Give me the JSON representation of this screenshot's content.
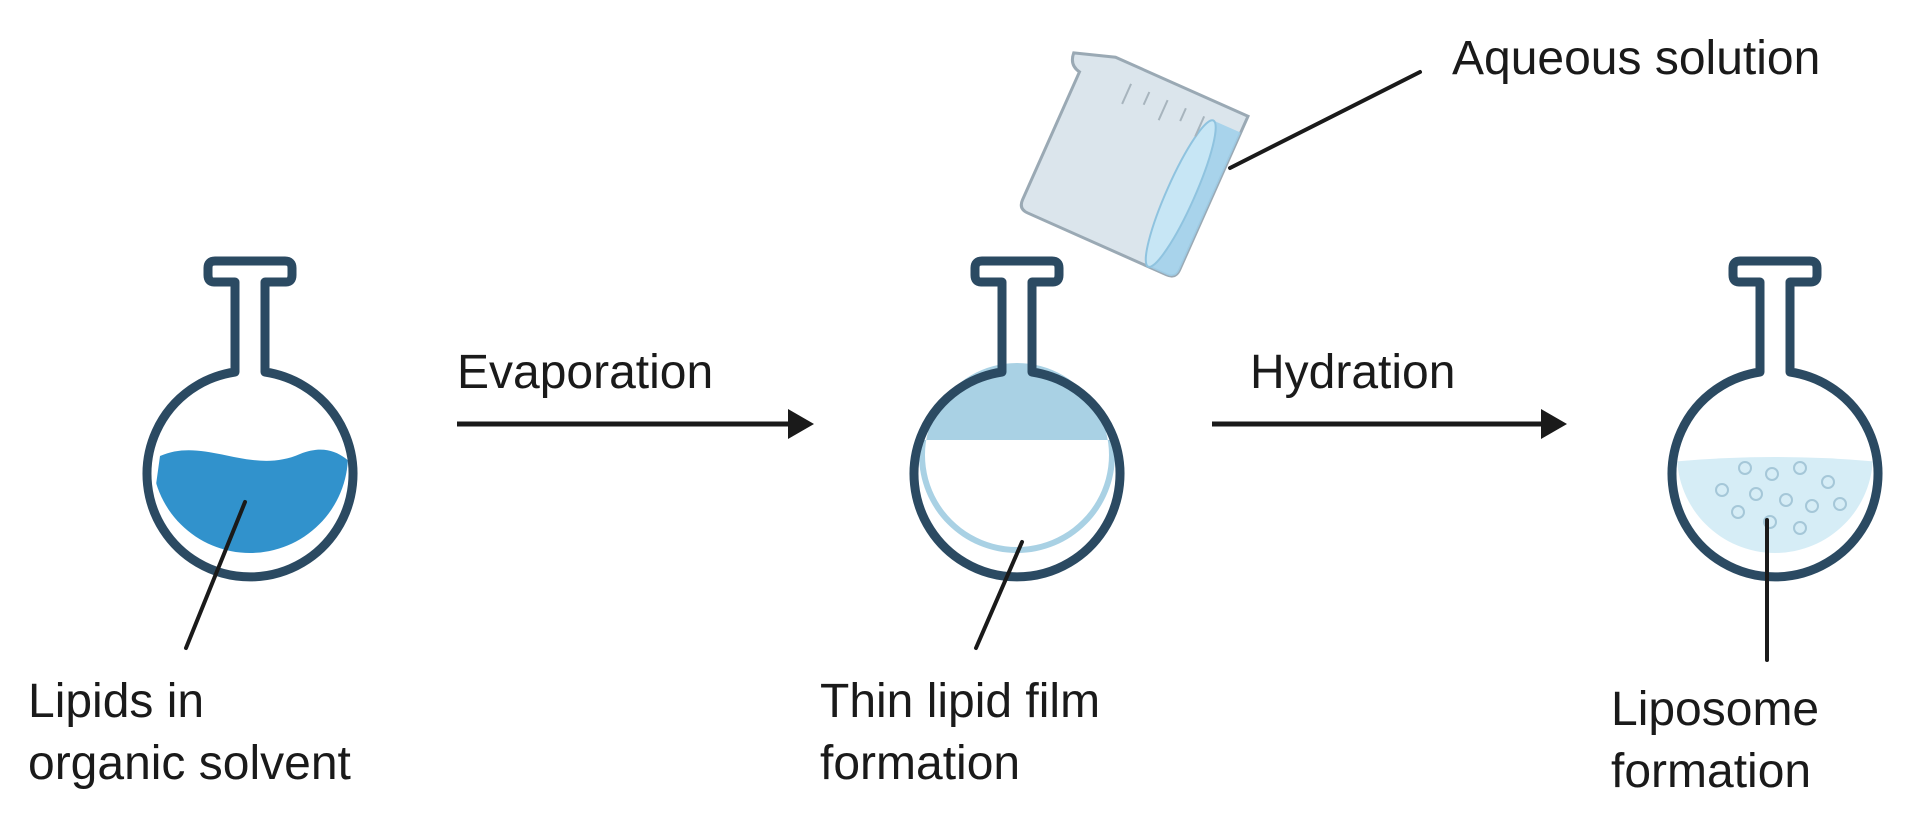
{
  "steps": [
    {
      "label_lines": [
        "Lipids in",
        "organic solvent"
      ]
    },
    {
      "label_lines": [
        "Thin lipid film",
        "formation"
      ]
    },
    {
      "label_lines": [
        "Liposome",
        "formation"
      ]
    }
  ],
  "arrows": [
    {
      "label": "Evaporation"
    },
    {
      "label": "Hydration"
    }
  ],
  "beaker": {
    "label": "Aqueous solution"
  },
  "colors": {
    "flask_outline": "#2b4a62",
    "solvent_fill": "#3192cc",
    "film_fill": "#a9d1e4",
    "liposome_fill": "#d6edf6",
    "beaker_glass": "#dbe5ec",
    "beaker_liquid": "#9fd0eb",
    "pointer": "#1a1a1a"
  }
}
